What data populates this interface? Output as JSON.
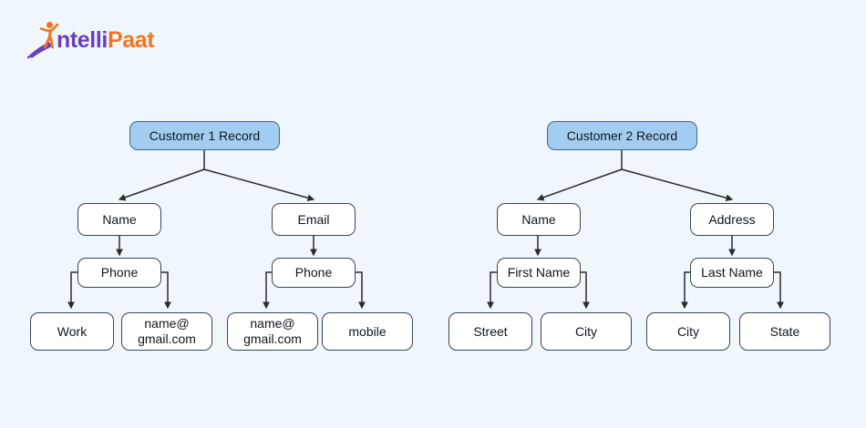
{
  "brand": {
    "name_part_1": "ntelli",
    "name_part_2": "Paat",
    "mark_icon": "surfer-logo-icon",
    "color_purple": "#6a3fc0",
    "color_orange": "#f47421"
  },
  "canvas": {
    "background_color": "#eff7fc",
    "node_fill": "#ffffff",
    "node_border": "#37474f",
    "root_fill": "#a3cdf0",
    "root_border": "#2b6ca3",
    "edge_color": "#2b2b2b"
  },
  "diagram": {
    "type": "hierarchical-tree",
    "trees": [
      {
        "id": "customer-1",
        "root": "Customer 1 Record",
        "branches": [
          {
            "level2": "Name",
            "level3": "Phone",
            "leaves": [
              "Work",
              "name@\ngmail.com"
            ]
          },
          {
            "level2": "Email",
            "level3": "Phone",
            "leaves": [
              "name@\ngmail.com",
              "mobile"
            ]
          }
        ]
      },
      {
        "id": "customer-2",
        "root": "Customer 2 Record",
        "branches": [
          {
            "level2": "Name",
            "level3": "First Name",
            "leaves": [
              "Street",
              "City"
            ]
          },
          {
            "level2": "Address",
            "level3": "Last Name",
            "leaves": [
              "City",
              "State"
            ]
          }
        ]
      }
    ]
  },
  "nodes": {
    "t1_root": "Customer 1 Record",
    "t1_name": "Name",
    "t1_email": "Email",
    "t1_phone_a": "Phone",
    "t1_phone_b": "Phone",
    "t1_leaf_1": "Work",
    "t1_leaf_2": "name@\ngmail.com",
    "t1_leaf_3": "name@\ngmail.com",
    "t1_leaf_4": "mobile",
    "t2_root": "Customer 2 Record",
    "t2_name": "Name",
    "t2_address": "Address",
    "t2_first": "First Name",
    "t2_last": "Last Name",
    "t2_leaf_1": "Street",
    "t2_leaf_2": "City",
    "t2_leaf_3": "City",
    "t2_leaf_4": "State"
  }
}
